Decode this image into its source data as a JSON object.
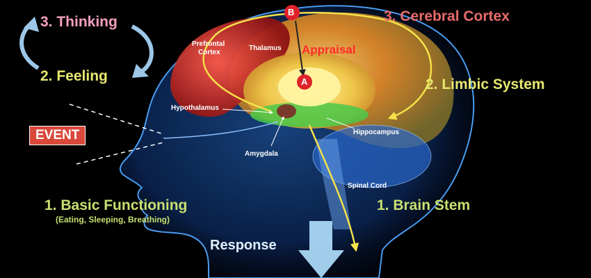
{
  "labels": {
    "thinking": "3. Thinking",
    "feeling": "2. Feeling",
    "event": "EVENT",
    "basic_functioning": "1. Basic Functioning",
    "basic_functioning_sub": "(Eating, Sleeping, Breathing)",
    "response": "Response",
    "cerebral_cortex": "3. Cerebral Cortex",
    "limbic_system": "2. Limbic System",
    "brain_stem": "1. Brain Stem",
    "appraisal": "Appraisal",
    "marker_a": "A",
    "marker_b": "B",
    "prefrontal_cortex_1": "Prefrontal",
    "prefrontal_cortex_2": "Cortex",
    "thalamus": "Thalamus",
    "hypothalamus": "Hypothalamus",
    "amygdala": "Amygdala",
    "hippocampus": "Hippocampus",
    "spinal_cord": "Spinal Cord"
  },
  "colors": {
    "background": "#000000",
    "thinking_text": "#f3a0c0",
    "label_yellow": "#e8e870",
    "event_bg": "#d9483b",
    "cortex_red": "#d33a2a",
    "appraisal_red": "#ff2a2a",
    "arrow_yellow": "#f5e24a",
    "cycle_arrow": "#9cc7e8",
    "response_arrow": "#a9d8f4",
    "head_blue": "#1f5fbf"
  }
}
